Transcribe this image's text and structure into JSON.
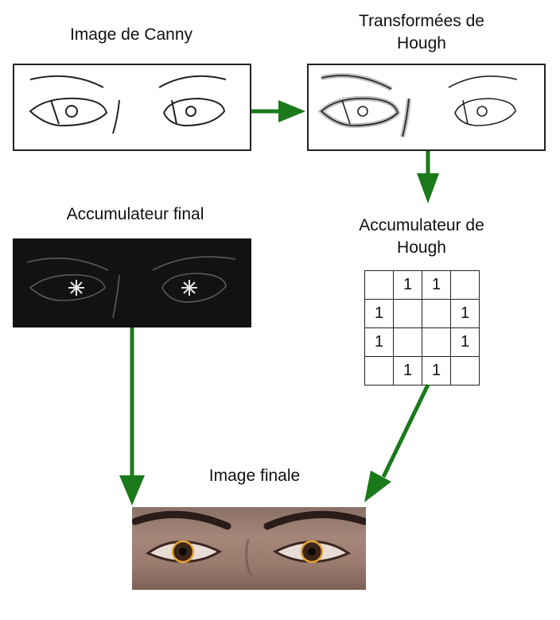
{
  "labels": {
    "canny": "Image de Canny",
    "hough_transforms": "Transformées de Hough",
    "accumulator_final": "Accumulateur final",
    "accumulator_hough": "Accumulateur de Hough",
    "final_image": "Image finale"
  },
  "accumulator_grid": [
    [
      "",
      "1",
      "1",
      ""
    ],
    [
      "1",
      "",
      "",
      "1"
    ],
    [
      "1",
      "",
      "",
      "1"
    ],
    [
      "",
      "1",
      "1",
      ""
    ]
  ],
  "colors": {
    "arrow": "#1a7a1a",
    "frame": "#222222",
    "dark_panel": "#121212",
    "iris_ring": "#e6a43a"
  }
}
